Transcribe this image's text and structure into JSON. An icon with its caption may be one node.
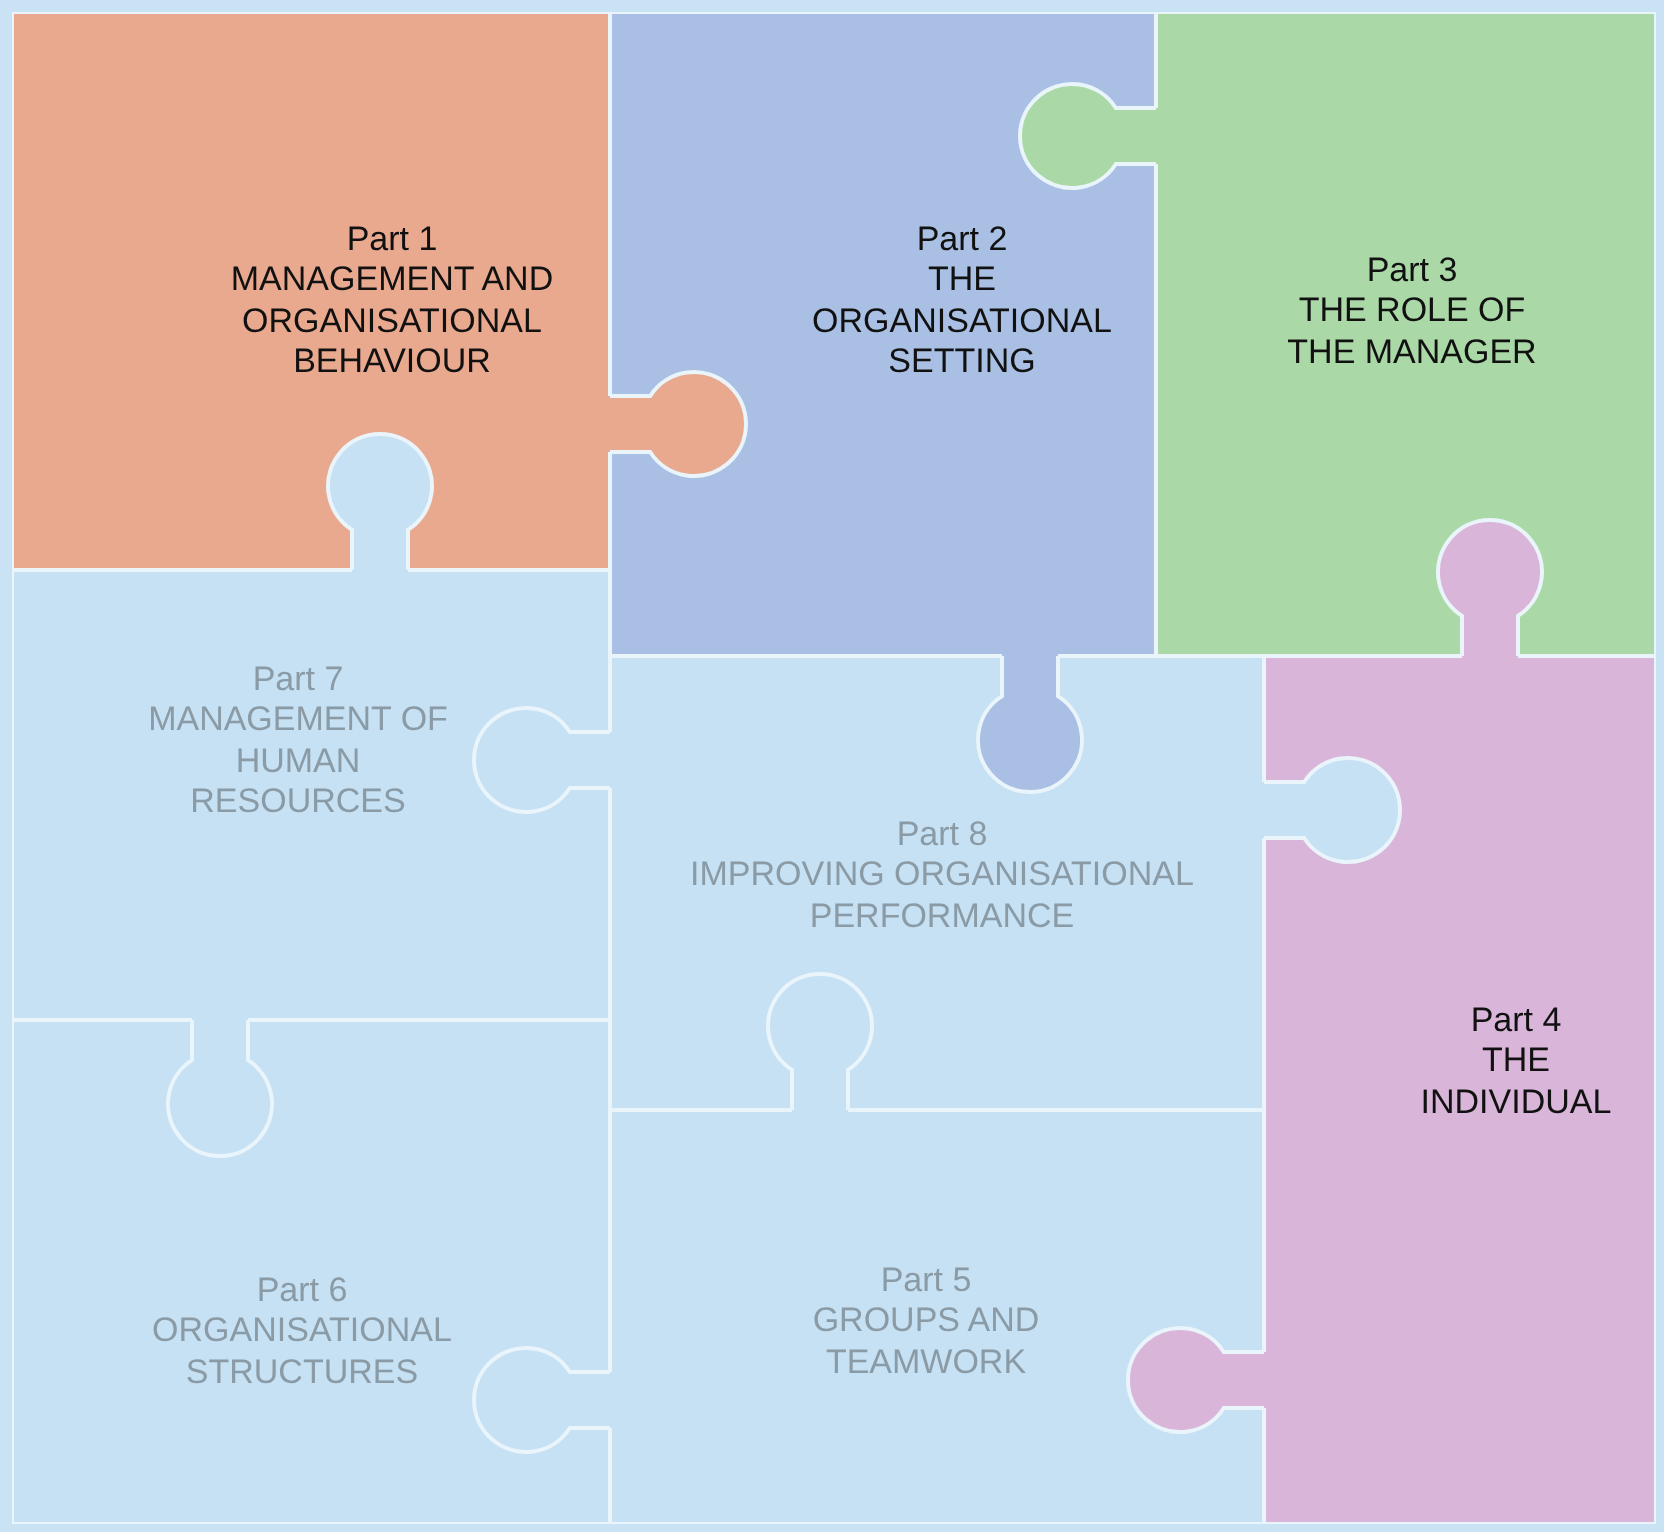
{
  "diagram": {
    "nodes": [
      {
        "text": [
          "Part 1",
          "MANAGEMENT AND ORGANISATIONAL BEHAVIOUR"
        ]
      },
      {
        "text": [
          "Part 2",
          "THE ORGANISATIONAL SETTING"
        ]
      },
      {
        "text": [
          "Part 3",
          "THE ROLE OF THE MANAGER"
        ]
      },
      {
        "text": [
          "Part 7",
          "MANAGEMENT OF HUMAN RESOURCES"
        ]
      },
      {
        "text": [
          "Part 8",
          "IMPROVING ORGANISATIONAL PERFORMANCE"
        ]
      },
      {
        "text": [
          "Part 4",
          "THE INDIVIDUAL"
        ]
      },
      {
        "text": [
          "Part 6",
          "ORGANISATIONAL STRUCTURES"
        ]
      },
      {
        "text": [
          "Part 5",
          "GROUPS AND TEAMWORK"
        ]
      }
    ]
  }
}
